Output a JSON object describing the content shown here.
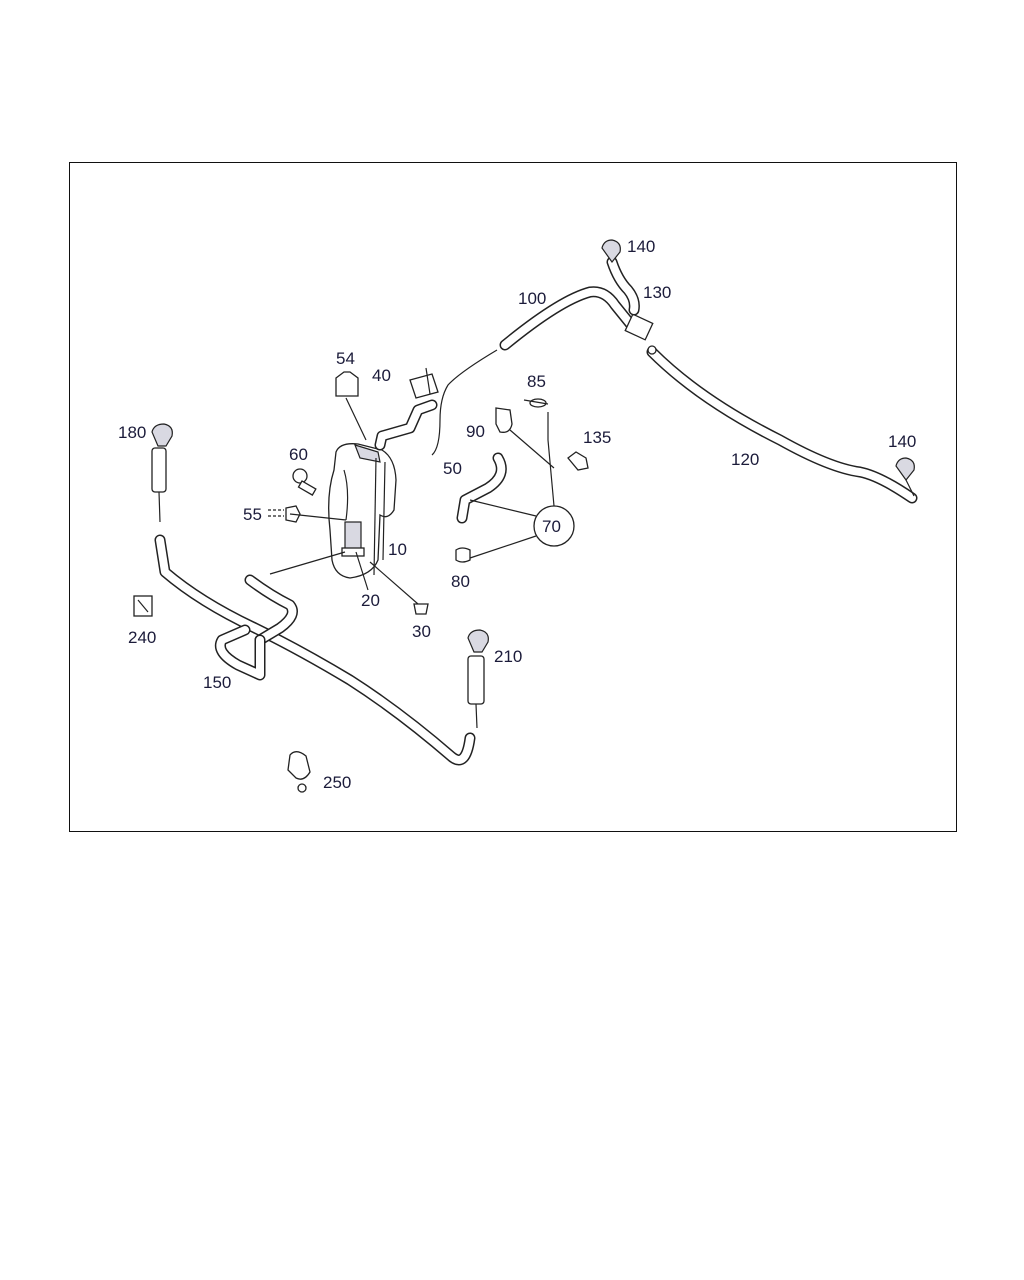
{
  "diagram": {
    "labels": {
      "p10": "10",
      "p20": "20",
      "p30": "30",
      "p40": "40",
      "p50": "50",
      "p54": "54",
      "p55": "55",
      "p60": "60",
      "p70": "70",
      "p80": "80",
      "p85": "85",
      "p90": "90",
      "p100": "100",
      "p120": "120",
      "p130": "130",
      "p135": "135",
      "p140a": "140",
      "p140b": "140",
      "p150": "150",
      "p180": "180",
      "p210": "210",
      "p240": "240",
      "p250": "250"
    }
  }
}
